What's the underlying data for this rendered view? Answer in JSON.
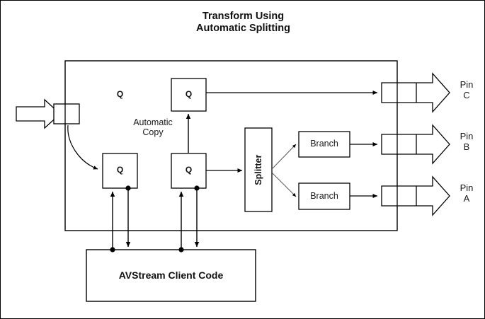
{
  "diagram": {
    "title_line1": "Transform Using",
    "title_line2": "Automatic Splitting",
    "colors": {
      "stroke": "#000000",
      "text": "#1a1a1a",
      "background": "#ffffff",
      "connector_thin": "#595959"
    },
    "type": "block-diagram",
    "outer_container": {
      "name": "transform-filter-boundary",
      "label": ""
    },
    "input": {
      "arrow_name": "input-stream-arrow",
      "pin_name": "input-pin-box"
    },
    "queues": [
      {
        "id": "q-top",
        "label": "Q"
      },
      {
        "id": "q-input",
        "label": "Q"
      },
      {
        "id": "q-transform",
        "label": "Q"
      }
    ],
    "annotations": [
      {
        "id": "automatic-copy",
        "line1": "Automatic",
        "line2": "Copy"
      }
    ],
    "splitter": {
      "label": "Splitter"
    },
    "branches": [
      {
        "id": "branch-upper",
        "label": "Branch"
      },
      {
        "id": "branch-lower",
        "label": "Branch"
      }
    ],
    "output_pins": [
      {
        "id": "pin-c",
        "line1": "Pin",
        "line2": "C"
      },
      {
        "id": "pin-b",
        "line1": "Pin",
        "line2": "B"
      },
      {
        "id": "pin-a",
        "line1": "Pin",
        "line2": "A"
      }
    ],
    "client": {
      "label": "AVStream Client Code"
    }
  }
}
